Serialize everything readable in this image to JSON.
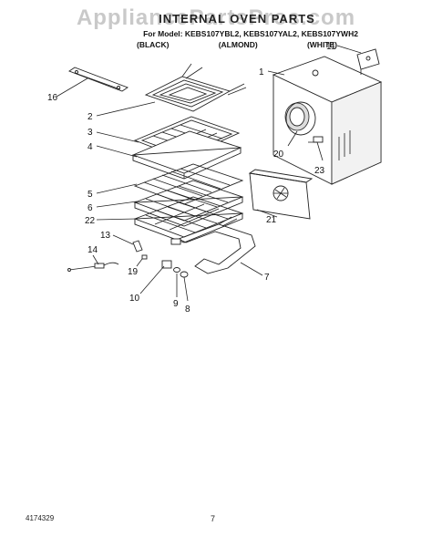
{
  "watermark": "AppliancePartsPros.com",
  "title": "INTERNAL OVEN PARTS",
  "models_line": "For Model: KEBS107YBL2, KEBS107YAL2, KEBS107YWH2",
  "colors": [
    "(BLACK)",
    "(ALMOND)",
    "(WHITE)"
  ],
  "footer_code": "4174329",
  "page_number": "7",
  "callouts": {
    "c1": "1",
    "c2": "2",
    "c3": "3",
    "c4": "4",
    "c5": "5",
    "c6": "6",
    "c7": "7",
    "c8": "8",
    "c9": "9",
    "c10": "10",
    "c11": "11",
    "c13": "13",
    "c14": "14",
    "c16": "16",
    "c19": "19",
    "c20": "20",
    "c21": "21",
    "c22": "22",
    "c23": "23"
  }
}
